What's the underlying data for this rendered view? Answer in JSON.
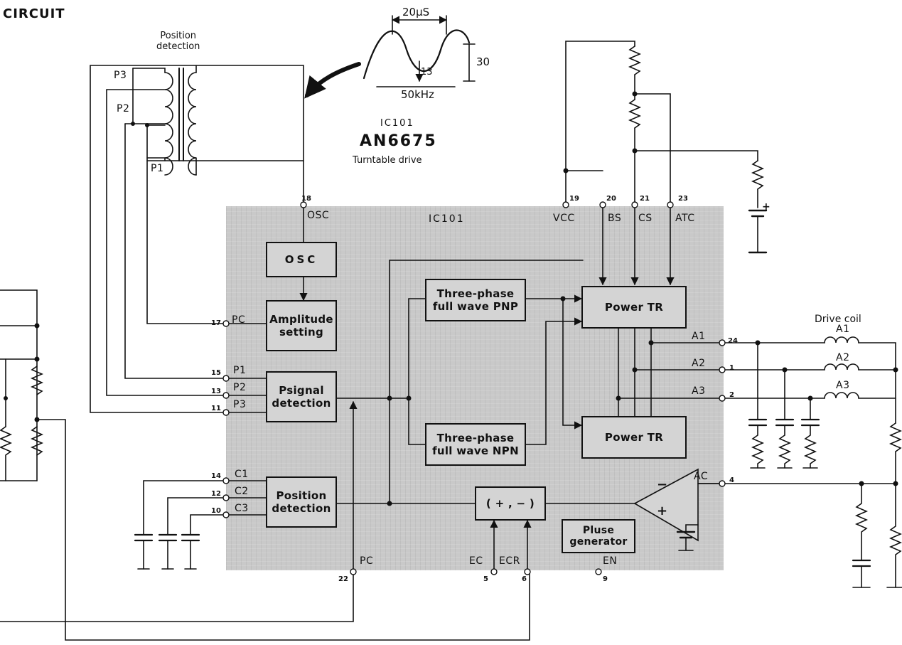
{
  "title": "CIRCUIT",
  "chip": {
    "designator": "IC101",
    "part": "AN6675",
    "function": "Turntable drive",
    "body_label": "IC101"
  },
  "sensor": {
    "label": "Position\ndetection",
    "taps": [
      "P3",
      "P2",
      "P1"
    ]
  },
  "waveform": {
    "period": "20μS",
    "amplitude": "30",
    "level": "13",
    "frequency": "50kHz"
  },
  "blocks": {
    "osc": "OSC",
    "amplitude": "Amplitude\nsetting",
    "psignal": "Psignal\ndetection",
    "position": "Position\ndetection",
    "pnp": "Three-phase\nfull wave PNP",
    "npn": "Three-phase\nfull wave NPN",
    "power_top": "Power TR",
    "power_bottom": "Power TR",
    "comparator": "( + , − )",
    "pulse": "Pluse\ngenerator"
  },
  "opamp": {
    "minus": "−",
    "plus": "+"
  },
  "pins": {
    "osc": {
      "num": "18",
      "name": "OSC"
    },
    "vcc": {
      "num": "19",
      "name": "VCC"
    },
    "bs": {
      "num": "20",
      "name": "BS"
    },
    "cs": {
      "num": "21",
      "name": "CS"
    },
    "atc": {
      "num": "23",
      "name": "ATC"
    },
    "pc_left": {
      "num": "17",
      "name": "PC"
    },
    "p1": {
      "num": "15",
      "name": "P1"
    },
    "p2": {
      "num": "13",
      "name": "P2"
    },
    "p3": {
      "num": "11",
      "name": "P3"
    },
    "c1": {
      "num": "14",
      "name": "C1"
    },
    "c2": {
      "num": "12",
      "name": "C2"
    },
    "c3": {
      "num": "10",
      "name": "C3"
    },
    "a1": {
      "num": "24",
      "name": "A1"
    },
    "a2": {
      "num": "1",
      "name": "A2"
    },
    "a3": {
      "num": "2",
      "name": "A3"
    },
    "ac": {
      "num": "4",
      "name": "AC"
    },
    "pc_bottom": {
      "num": "22",
      "name": "PC"
    },
    "ec": {
      "num": "5",
      "name": "EC"
    },
    "ecr": {
      "num": "6",
      "name": "ECR"
    },
    "en": {
      "num": "9",
      "name": "EN"
    }
  },
  "drive_coil": {
    "title": "Drive coil",
    "coils": [
      "A1",
      "A2",
      "A3"
    ]
  },
  "battery_polarity": "+"
}
